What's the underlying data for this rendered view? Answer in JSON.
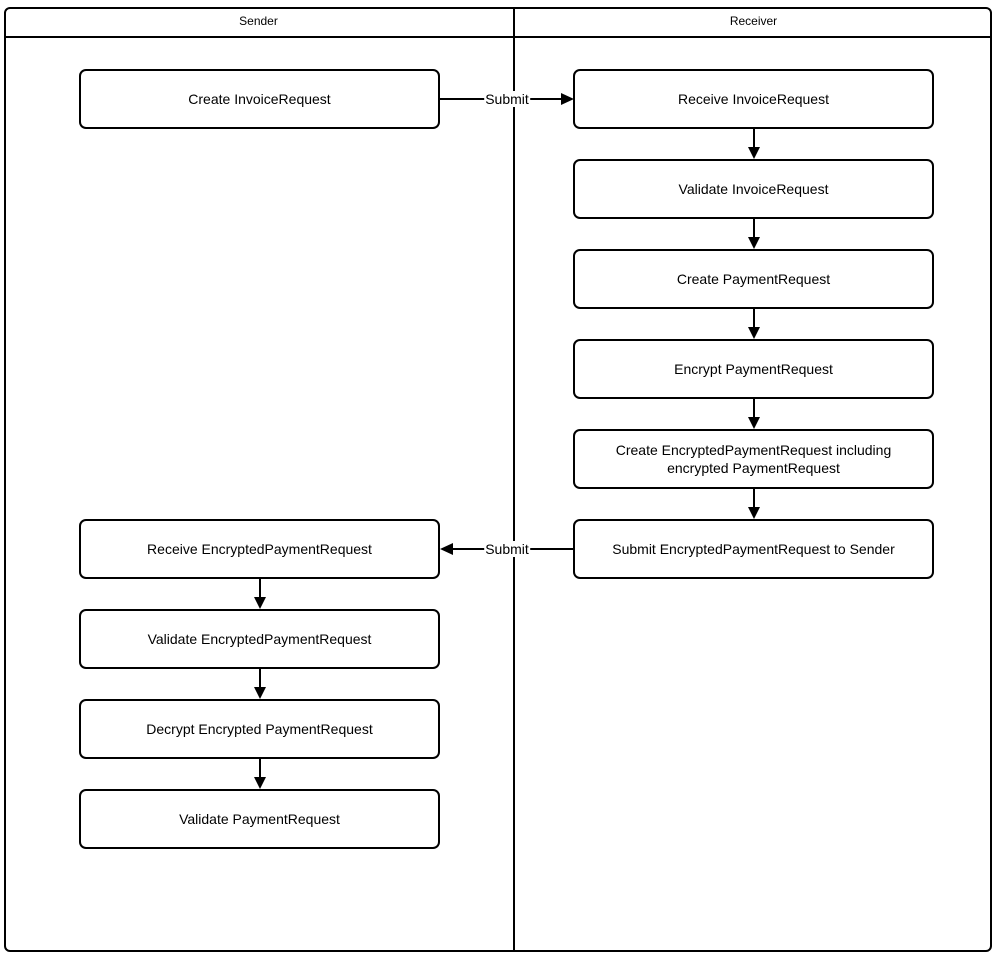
{
  "diagram": {
    "lanes": [
      {
        "label": "Sender"
      },
      {
        "label": "Receiver"
      }
    ],
    "nodes": {
      "create_invoice_request": {
        "label": "Create InvoiceRequest",
        "lane": "Sender"
      },
      "receive_encrypted_payment_request": {
        "label": "Receive EncryptedPaymentRequest",
        "lane": "Sender"
      },
      "validate_encrypted_payment_request": {
        "label": "Validate EncryptedPaymentRequest",
        "lane": "Sender"
      },
      "decrypt_encrypted_payment_request": {
        "label": "Decrypt Encrypted PaymentRequest",
        "lane": "Sender"
      },
      "validate_payment_request": {
        "label": "Validate PaymentRequest",
        "lane": "Sender"
      },
      "receive_invoice_request": {
        "label": "Receive InvoiceRequest",
        "lane": "Receiver"
      },
      "validate_invoice_request": {
        "label": "Validate InvoiceRequest",
        "lane": "Receiver"
      },
      "create_payment_request": {
        "label": "Create PaymentRequest",
        "lane": "Receiver"
      },
      "encrypt_payment_request": {
        "label": "Encrypt PaymentRequest",
        "lane": "Receiver"
      },
      "create_encrypted_payment_request_including": {
        "label": "Create EncryptedPaymentRequest including encrypted PaymentRequest",
        "lane": "Receiver"
      },
      "submit_encrypted_payment_request_to_sender": {
        "label": "Submit EncryptedPaymentRequest to Sender",
        "lane": "Receiver"
      }
    },
    "edges": {
      "submit_invoice_request": {
        "label": "Submit"
      },
      "submit_encrypted_payment_request": {
        "label": "Submit"
      }
    },
    "colors": {
      "line": "#000000",
      "background": "#ffffff"
    }
  }
}
